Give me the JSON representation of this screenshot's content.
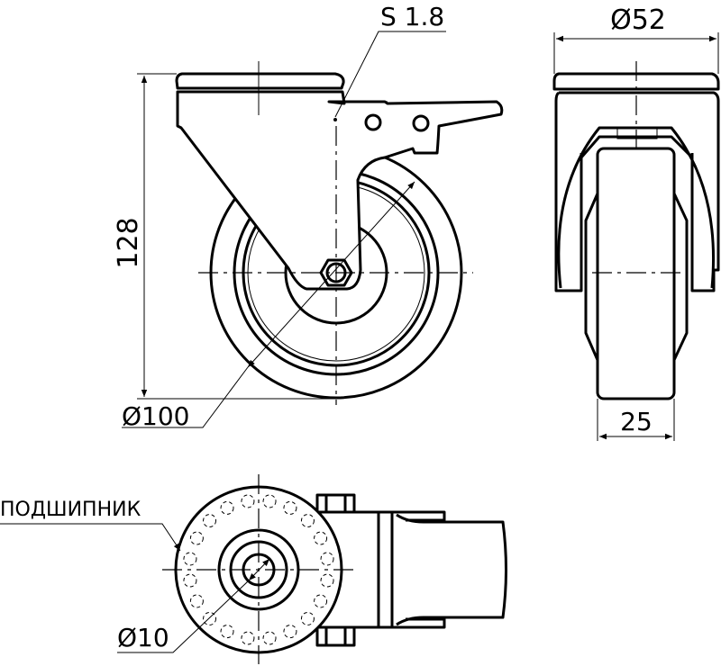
{
  "dimensions": {
    "sheet_thickness": "S 1.8",
    "plate_diameter": "Ø52",
    "height": "128",
    "wheel_diameter": "Ø100",
    "wheel_width": "25",
    "axle_diameter": "Ø10"
  },
  "labels": {
    "bearing": "ПОДШИПНИК"
  }
}
